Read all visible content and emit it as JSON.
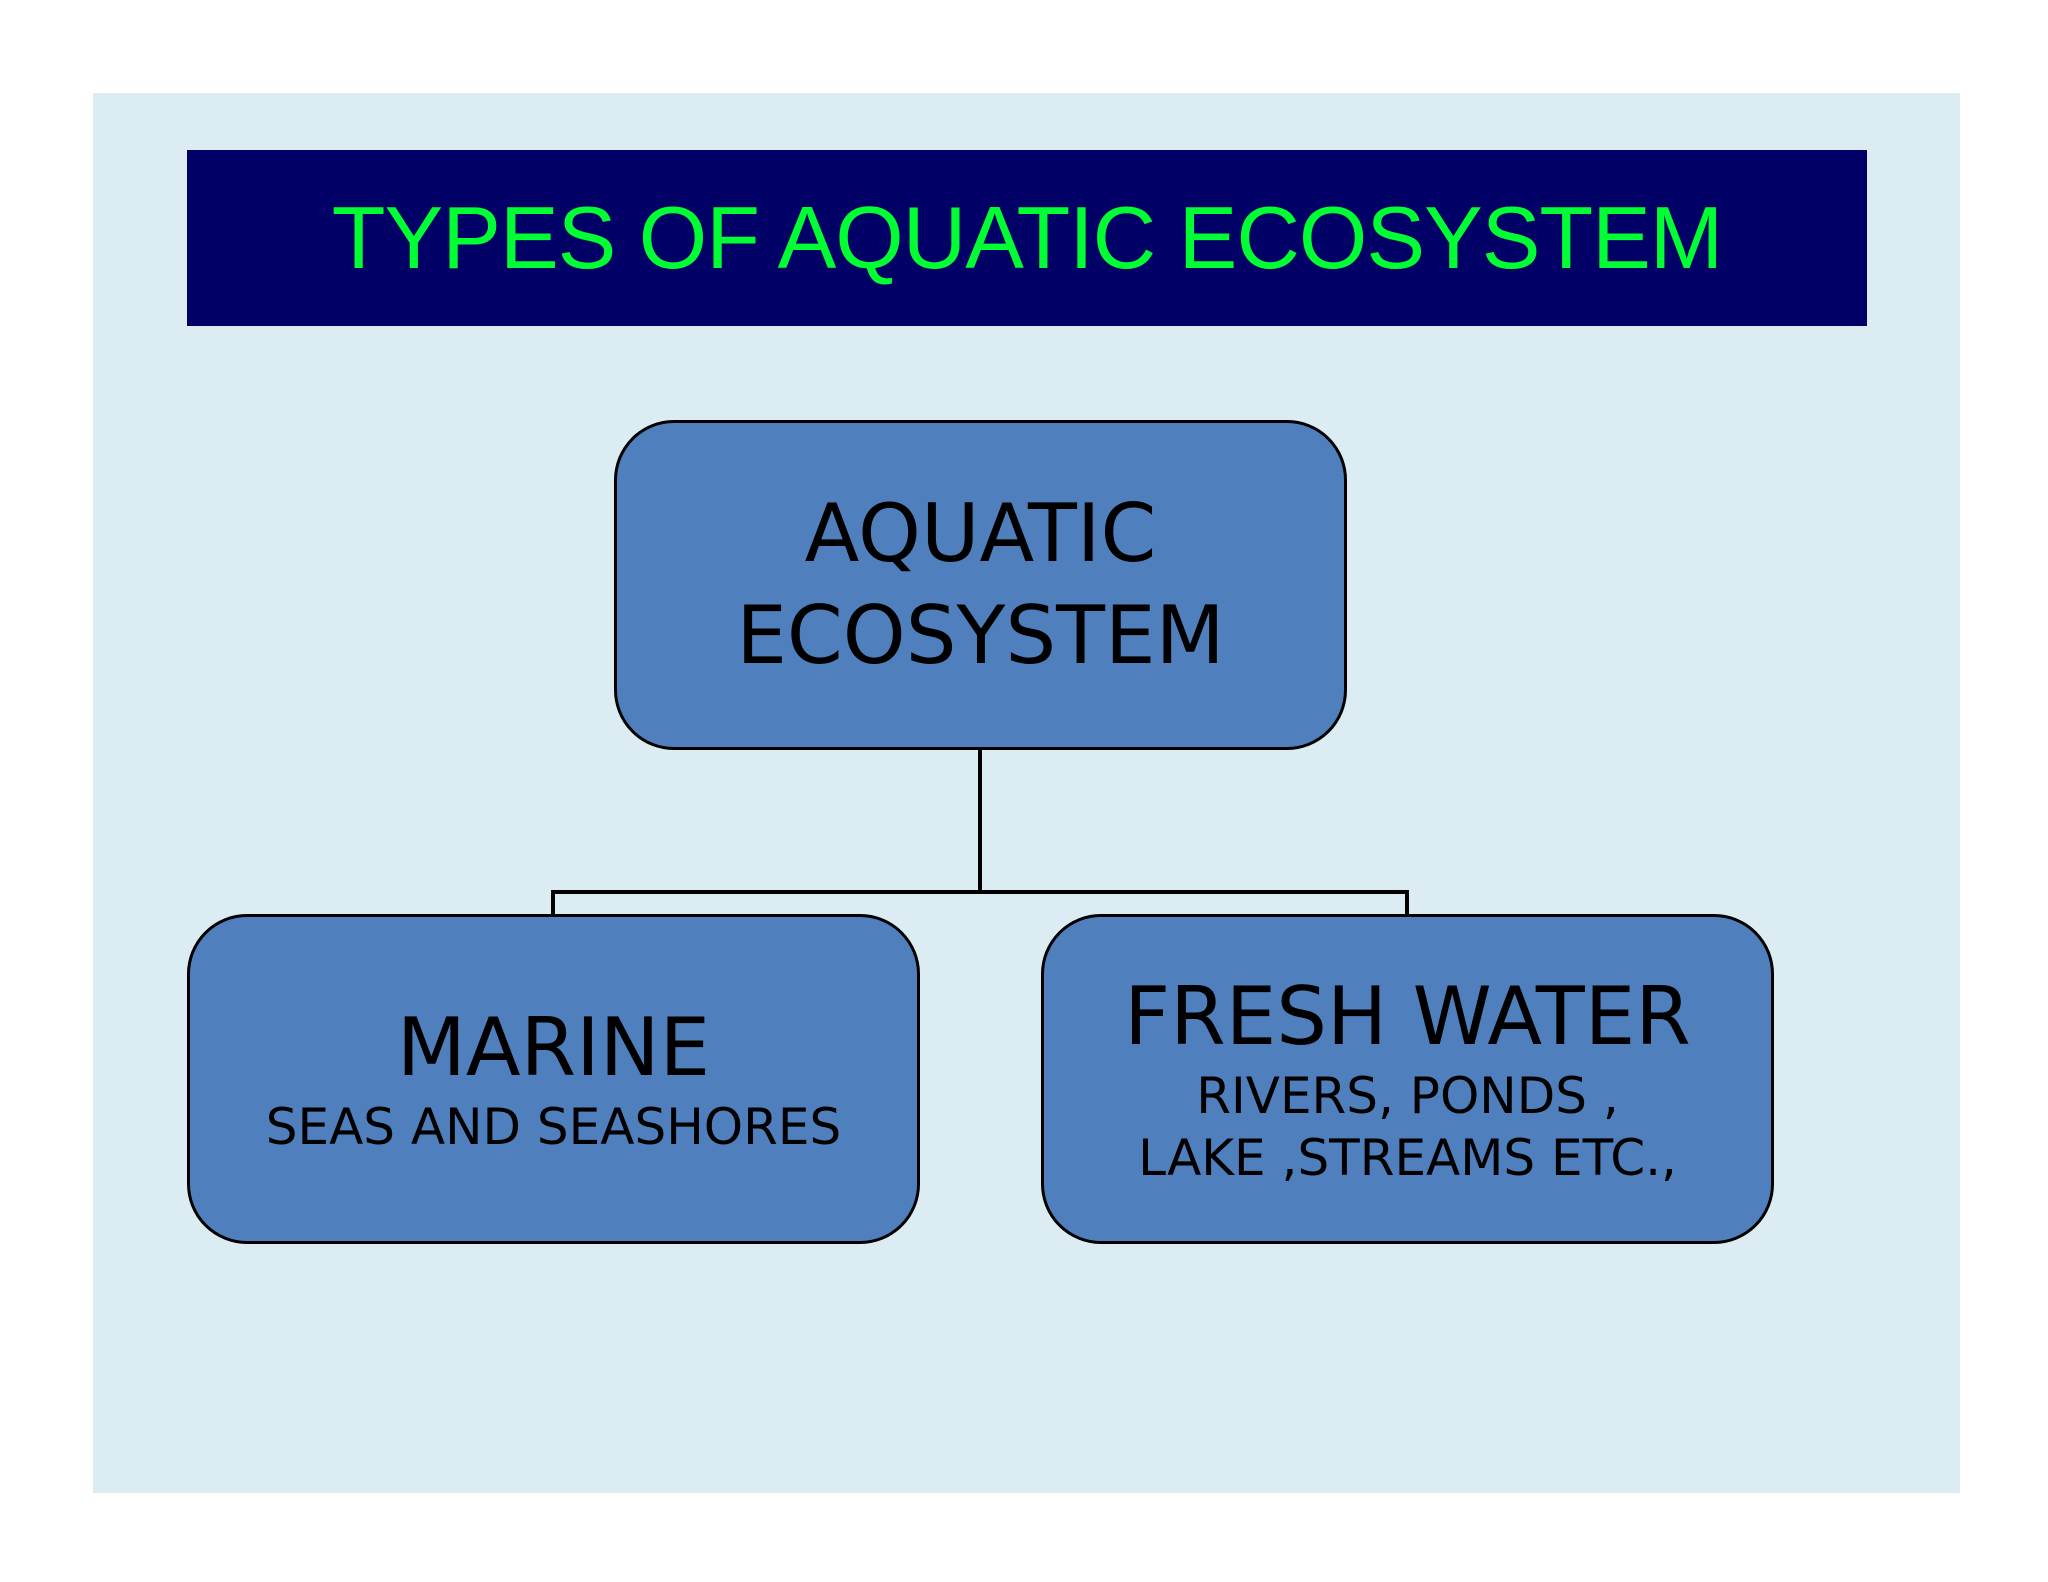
{
  "slide": {
    "background_color": "#dbecf3",
    "title": "TYPES OF AQUATIC ECOSYSTEM",
    "title_color": "#00ff33",
    "title_bar_color": "#000066"
  },
  "diagram": {
    "node_color": "#4f80bd",
    "root": {
      "line1": "AQUATIC",
      "line2": "ECOSYSTEM"
    },
    "children": [
      {
        "heading": "MARINE",
        "sub1": "SEAS AND SEASHORES"
      },
      {
        "heading": "FRESH WATER",
        "sub1": "RIVERS, PONDS ,",
        "sub2": "LAKE ,STREAMS ETC.,"
      }
    ]
  }
}
